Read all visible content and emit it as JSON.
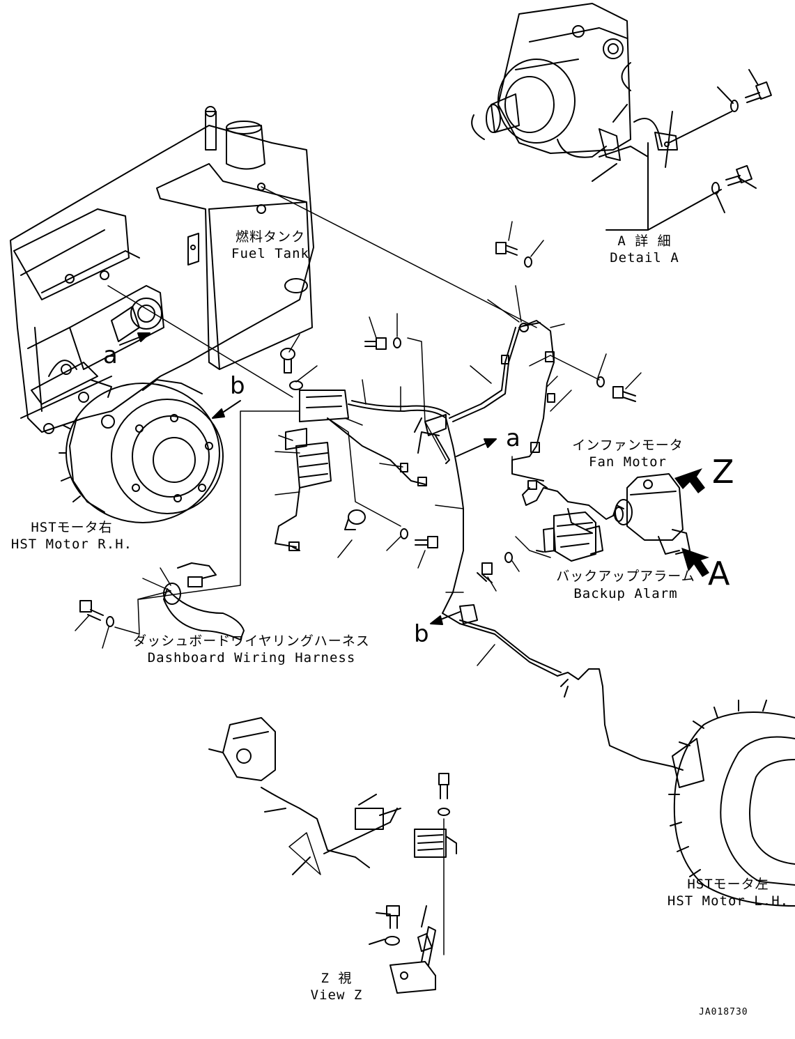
{
  "labels": {
    "fuel_tank_jp": "燃料タンク",
    "fuel_tank_en": "Fuel Tank",
    "detail_a_jp": "A 詳 細",
    "detail_a_en": "Detail A",
    "fan_motor_jp": "インファンモータ",
    "fan_motor_en": "Fan Motor",
    "backup_alarm_jp": "バックアップアラーム",
    "backup_alarm_en": "Backup Alarm",
    "hst_rh_jp": "HSTモータ右",
    "hst_rh_en": "HST Motor R.H.",
    "hst_lh_jp": "HSTモータ左",
    "hst_lh_en": "HST Motor L.H.",
    "dash_jp": "ダッシュボードワイヤリングハーネス",
    "dash_en": "Dashboard Wiring Harness",
    "view_z_jp": "Z 視",
    "view_z_en": "View Z",
    "code": "JA018730"
  },
  "markers": {
    "a_left": "a",
    "b_left": "b",
    "a_mid": "a",
    "b_mid": "b",
    "z_big": "Z",
    "a_big": "A"
  }
}
